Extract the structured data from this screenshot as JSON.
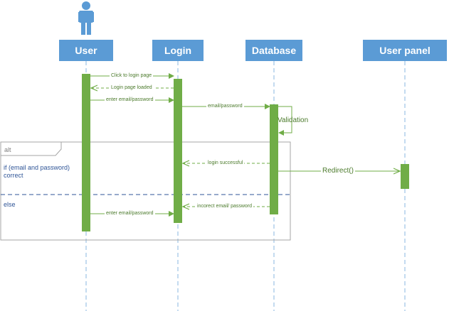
{
  "lifelines": {
    "user": {
      "label": "User"
    },
    "login": {
      "label": "Login"
    },
    "database": {
      "label": "Database"
    },
    "userpanel": {
      "label": "User panel"
    }
  },
  "frame": {
    "tag": "alt",
    "guard1_line1": "if (email and password)",
    "guard1_line2": "correct",
    "guard2": "else"
  },
  "messages": {
    "m1": "Click to login page",
    "m2": "Login page loaded",
    "m3": "enter email/password",
    "m4": "email/password",
    "m5": "Validation",
    "m6": "login successful",
    "m7": "Redirect()",
    "m8": "incorect email/ password",
    "m9": "enter email/password"
  },
  "colors": {
    "header": "#5b9bd5",
    "activation": "#70ad47",
    "message": "#70ad47",
    "lifeline": "#9dc3e6",
    "frame": "#a6a6a6",
    "divider": "#2f5597"
  }
}
